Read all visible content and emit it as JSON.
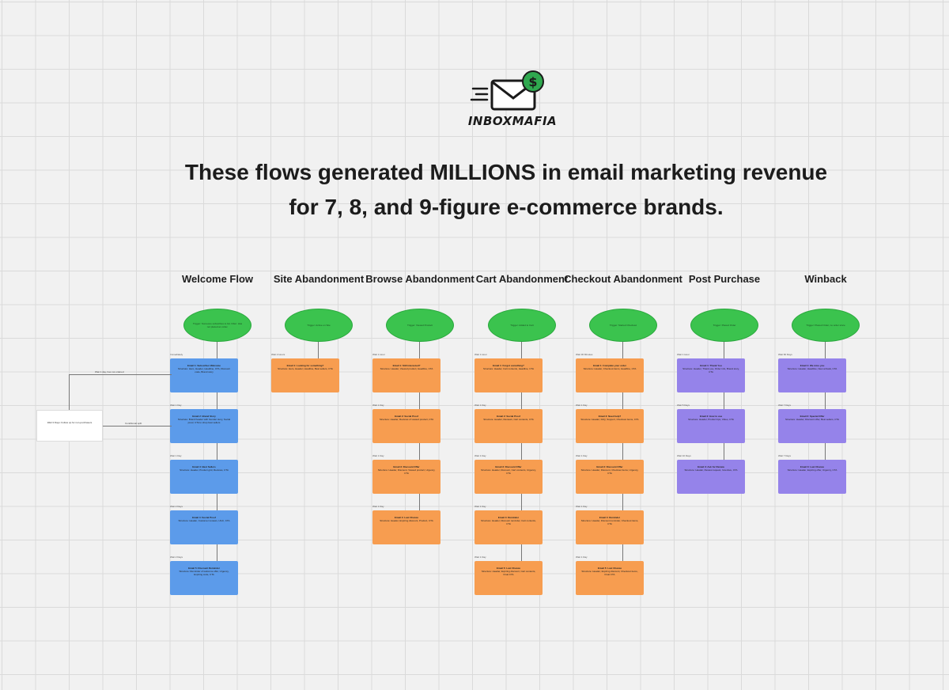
{
  "brand": {
    "name": "INBOXMAFIA",
    "accent_green": "#2fa84f",
    "currency_symbol": "$",
    "icon": "envelope-dollar-icon"
  },
  "headline": {
    "line1": "These flows generated MILLIONS in email marketing revenue",
    "line2": "for 7,  8, and 9-figure e-commerce brands."
  },
  "colors": {
    "trigger_green": "#3bc34e",
    "welcome_blue": "#5c9bea",
    "abandon_orange": "#f79d50",
    "post_purchase_purple": "#9583ea"
  },
  "columns": [
    {
      "id": "welcome",
      "title": "Welcome Flow",
      "trigger": "Trigger: Someone subscribes to list. Filter: Has not placed an order.",
      "color": "blue",
      "emails": [
        {
          "delay": "Immediately",
          "label": "Email 1: Subscriber Welcome",
          "body": "Structure: Hero, Header, Headline, CTA, Discount code, Brand story"
        },
        {
          "delay": "Wait 1 Day",
          "label": "Email 2: Brand Story",
          "body": "Structure: Brand header with founder story, Social proof, CTA to shop best sellers"
        },
        {
          "delay": "Wait 1 Day",
          "label": "Email 3: Best Sellers",
          "body": "Structure: Header, Product grid, Reviews, CTA"
        },
        {
          "delay": "Wait 2 Days",
          "label": "Email 4: Social Proof",
          "body": "Structure: Header, Customer reviews, UGC, CTA"
        },
        {
          "delay": "Wait 2 Days",
          "label": "Email 5: Discount Reminder",
          "body": "Structure: Reminder of welcome offer, Urgency, Expiring code, CTA"
        }
      ],
      "branch": {
        "label": "Wait 1 day, has not ordered",
        "second_label": "Conditional split",
        "box": "Wait 3 Days: Follow up for non-purchasers"
      }
    },
    {
      "id": "site",
      "title": "Site Abandonment",
      "trigger": "Trigger: Active on Site",
      "color": "orange",
      "emails": [
        {
          "delay": "Wait 2 Hours",
          "label": "Email 1: Looking for something?",
          "body": "Structure: Hero, Header, Headline, Best sellers, CTA"
        }
      ]
    },
    {
      "id": "browse",
      "title": "Browse Abandonment",
      "trigger": "Trigger: Viewed Product",
      "color": "orange",
      "emails": [
        {
          "delay": "Wait 1 Hour",
          "label": "Email 1: Still interested?",
          "body": "Structure: Header, Viewed product, Headline, CTA"
        },
        {
          "delay": "Wait 1 Day",
          "label": "Email 2: Social Proof",
          "body": "Structure: Header, Reviews of viewed product, CTA"
        },
        {
          "delay": "Wait 1 Day",
          "label": "Email 3: Discount Offer",
          "body": "Structure: Header, Discount, Viewed product, Urgency, CTA"
        },
        {
          "delay": "Wait 1 Day",
          "label": "Email 4: Last Chance",
          "body": "Structure: Header, Expiring discount, Product, CTA"
        }
      ]
    },
    {
      "id": "cart",
      "title": "Cart Abandonment",
      "trigger": "Trigger: Added to Cart",
      "color": "orange",
      "emails": [
        {
          "delay": "Wait 1 Hour",
          "label": "Email 1: Forgot something?",
          "body": "Structure: Header, Cart contents, Headline, CTA"
        },
        {
          "delay": "Wait 1 Day",
          "label": "Email 2: Social Proof",
          "body": "Structure: Header, Reviews, Cart contents, CTA"
        },
        {
          "delay": "Wait 1 Day",
          "label": "Email 3: Discount Offer",
          "body": "Structure: Header, Discount, Cart contents, Urgency, CTA"
        },
        {
          "delay": "Wait 1 Day",
          "label": "Email 4: Reminder",
          "body": "Structure: Header, Discount reminder, Cart contents, CTA"
        },
        {
          "delay": "Wait 1 Day",
          "label": "Email 5: Last Chance",
          "body": "Structure: Header, Expiring discount, Cart contents, Final CTA"
        }
      ]
    },
    {
      "id": "checkout",
      "title": "Checkout Abandonment",
      "trigger": "Trigger: Started Checkout",
      "color": "orange",
      "emails": [
        {
          "delay": "Wait 30 Minutes",
          "label": "Email 1: Complete your order",
          "body": "Structure: Header, Checkout items, Headline, CTA"
        },
        {
          "delay": "Wait 1 Day",
          "label": "Email 2: Need help?",
          "body": "Structure: Header, FAQ, Support, Checkout items, CTA"
        },
        {
          "delay": "Wait 1 Day",
          "label": "Email 3: Discount Offer",
          "body": "Structure: Header, Discount, Checkout items, Urgency, CTA"
        },
        {
          "delay": "Wait 1 Day",
          "label": "Email 4: Reminder",
          "body": "Structure: Header, Discount reminder, Checkout items, CTA"
        },
        {
          "delay": "Wait 1 Day",
          "label": "Email 5: Last Chance",
          "body": "Structure: Header, Expiring discount, Checkout items, Final CTA"
        }
      ]
    },
    {
      "id": "post",
      "title": "Post Purchase",
      "trigger": "Trigger: Placed Order",
      "color": "purple",
      "emails": [
        {
          "delay": "Wait 1 Hour",
          "label": "Email 1: Thank You",
          "body": "Structure: Header, Thank you, Order info, Brand story, CTA"
        },
        {
          "delay": "Wait 5 Days",
          "label": "Email 2: How to use",
          "body": "Structure: Header, Product tips, Video, CTA"
        },
        {
          "delay": "Wait 10 Days",
          "label": "Email 3: Ask for Review",
          "body": "Structure: Header, Review request, Incentive, CTA"
        }
      ]
    },
    {
      "id": "winback",
      "title": "Winback",
      "trigger": "Trigger: Placed Order, no order since",
      "color": "purple",
      "emails": [
        {
          "delay": "Wait 60 Days",
          "label": "Email 1: We miss you",
          "body": "Structure: Header, Headline, New arrivals, CTA"
        },
        {
          "delay": "Wait 7 Days",
          "label": "Email 2: Special Offer",
          "body": "Structure: Header, Discount offer, Best sellers, CTA"
        },
        {
          "delay": "Wait 7 Days",
          "label": "Email 3: Last Chance",
          "body": "Structure: Header, Expiring offer, Urgency, CTA"
        }
      ]
    }
  ]
}
